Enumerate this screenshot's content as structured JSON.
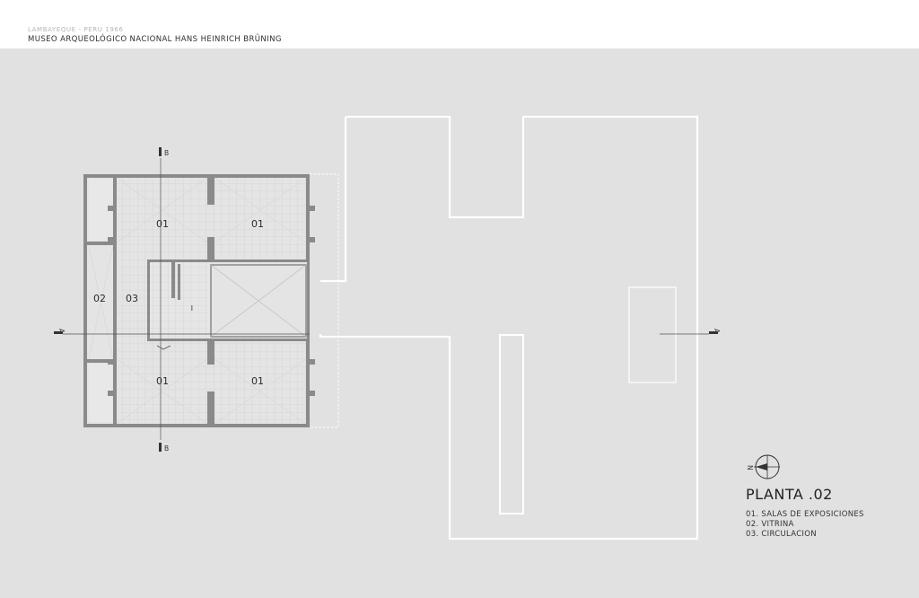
{
  "header": {
    "subtitle": "LAMBAYEQUE - PERU 1966",
    "title": "MUSEO ARQUEOLÓGICO NACIONAL HANS HEINRICH BRÜNING"
  },
  "plan": {
    "room_labels": {
      "top_left": "01",
      "top_right": "01",
      "bottom_left": "01",
      "bottom_right": "01",
      "vitrina": "02",
      "circulacion": "03"
    },
    "section_marks": {
      "b_top": "B",
      "b_bottom": "B",
      "a_left": "A",
      "a_right": "A"
    },
    "north_label": "N"
  },
  "legend": {
    "title": "PLANTA .02",
    "items": [
      "01.  SALAS DE EXPOSICIONES",
      "02. VITRINA",
      "03. CIRCULACION"
    ]
  },
  "colors": {
    "background": "#e1e1e1",
    "wall": "#8a8a8a",
    "outline": "#ffffff",
    "grid": "#cfcfcf"
  }
}
